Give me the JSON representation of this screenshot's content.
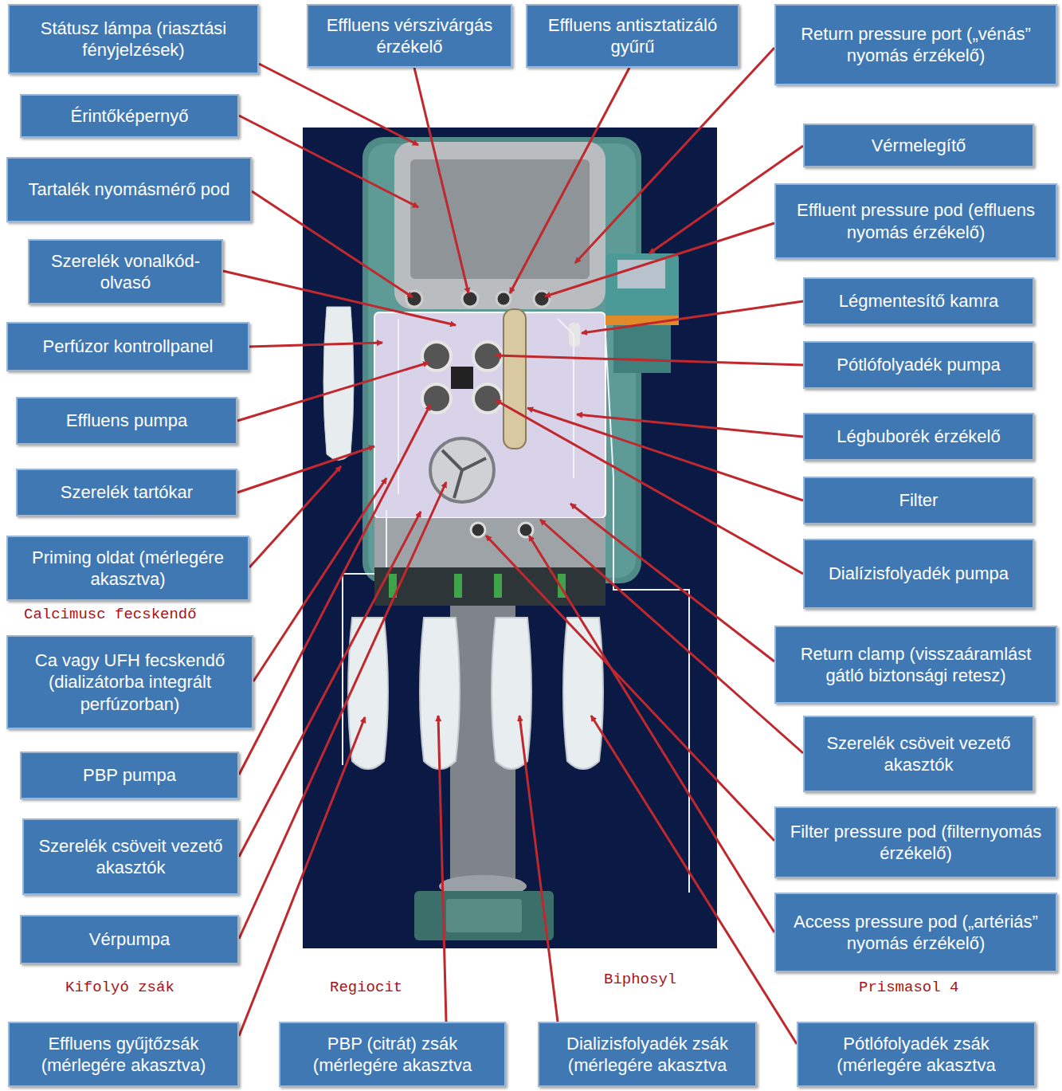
{
  "diagram": {
    "nodes": [
      {
        "text": [
          "Státusz lámpa (riasztási fényjelzések)"
        ]
      },
      {
        "text": [
          "Érintőképernyő"
        ]
      },
      {
        "text": [
          "Tartalék nyomásmérő pod"
        ]
      },
      {
        "text": [
          "Szerelék vonalkód-olvasó"
        ]
      },
      {
        "text": [
          "Perfúzor kontrollpanel"
        ]
      },
      {
        "text": [
          "Effluens pumpa"
        ]
      },
      {
        "text": [
          "Szerelék tartókar"
        ]
      },
      {
        "text": [
          "Priming oldat (mérlegére akasztva)"
        ]
      },
      {
        "text": [
          "Ca vagy UFH fecskendő (dializátorba integrált perfúzorban)"
        ]
      },
      {
        "text": [
          "PBP pumpa"
        ]
      },
      {
        "text": [
          "Szerelék csöveit vezető akasztók"
        ]
      },
      {
        "text": [
          "Vérpumpa"
        ]
      },
      {
        "text": [
          "Effluens gyűjtőzsák (mérlegére akasztva)"
        ]
      },
      {
        "text": [
          "Effluens vérszivárgás érzékelő"
        ]
      },
      {
        "text": [
          "Effluens antisztatizáló gyűrű"
        ]
      },
      {
        "text": [
          "Return pressure port („vénás” nyomás érzékelő)"
        ]
      },
      {
        "text": [
          "Vérmelegítő"
        ]
      },
      {
        "text": [
          "Effluent pressure pod (effluens nyomás érzékelő)"
        ]
      },
      {
        "text": [
          "Légmentesítő kamra"
        ]
      },
      {
        "text": [
          "Pótlófolyadék pumpa"
        ]
      },
      {
        "text": [
          "Légbuborék érzékelő"
        ]
      },
      {
        "text": [
          "Filter"
        ]
      },
      {
        "text": [
          "Dialízisfolyadék pumpa"
        ]
      },
      {
        "text": [
          "Return clamp (visszaáramlást gátló biztonsági retesz)"
        ]
      },
      {
        "text": [
          "Szerelék csöveit vezető akasztók"
        ]
      },
      {
        "text": [
          "Filter pressure pod (filternyomás érzékelő)"
        ]
      },
      {
        "text": [
          "Access pressure pod („artériás” nyomás érzékelő)"
        ]
      },
      {
        "text": [
          "PBP (citrát) zsák (mérlegére akasztva"
        ]
      },
      {
        "text": [
          "Dializisfolyadék zsák (mérlegére akasztva"
        ]
      },
      {
        "text": [
          "Pótlófolyadék zsák (mérlegére akasztva"
        ]
      }
    ],
    "labels": [
      "Calcimusc fecskendő",
      "Kifolyó zsák",
      "Regiocit",
      "Biphosyl",
      "Prismasol 4"
    ]
  }
}
